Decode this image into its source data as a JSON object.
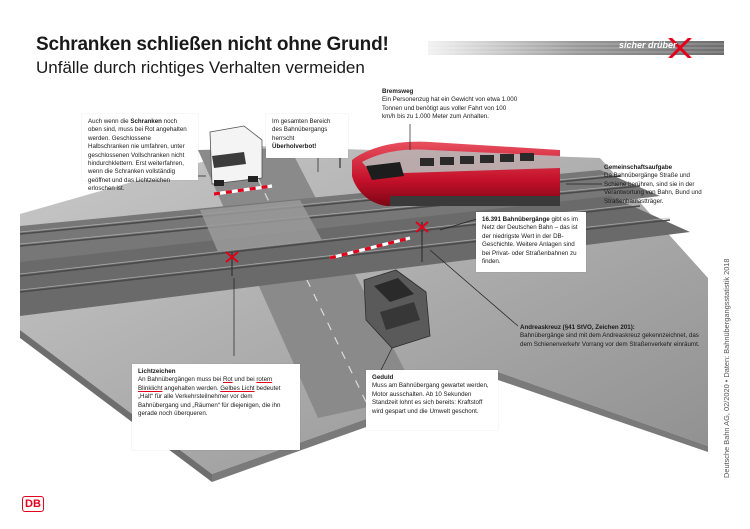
{
  "header": {
    "title": "Schranken schließen nicht ohne Grund!",
    "subtitle": "Unfälle durch richtiges Verhalten vermeiden"
  },
  "brand": {
    "slogan": "sicher drüber",
    "logo": "DB",
    "accent": "#e2001a"
  },
  "sidebar_credit": "Deutsche Bahn AG, 02/2020 • Daten: Bahnübergangsstatistik 2018",
  "notes": {
    "schranken": {
      "pre": "Auch wenn die ",
      "bold": "Schranken",
      "rest": " noch oben sind, muss bei Rot angehalten werden. Geschlossene Halbschranken nie umfahren, unter geschlossenen Vollschranken nicht hindurchklettern. Erst weiterfahren, wenn die Schranken vollständig geöffnet und das Lichtzeichen erloschen ist."
    },
    "ueberholverbot": {
      "pre": "Im gesamten Bereich des Bahnübergangs herrscht",
      "bold": "Überholverbot!"
    },
    "bremsweg": {
      "heading": "Bremsweg",
      "text": "Ein Personenzug hat ein Gewicht von etwa 1.000 Tonnen und benötigt aus voller Fahrt von 100 km/h bis zu 1.000 Meter zum Anhalten."
    },
    "gemeinschaft": {
      "heading": "Gemeinschaftsaufgabe",
      "text": "Da Bahnübergänge Straße und Schiene berühren, sind sie in der Verantwortung von Bahn, Bund und Straßenbaulastträger."
    },
    "zahl": {
      "bold": "16.391 Bahnübergänge",
      "rest": " gibt es im Netz der Deutschen Bahn – das ist der niedrigste Wert in der DB-Geschichte. Weitere Anlagen sind bei Privat- oder Straßenbahnen zu finden."
    },
    "andreaskreuz": {
      "heading": "Andreaskreuz (§41 StVO, Zeichen 201):",
      "text": "Bahnübergänge sind mit dem Andreaskreuz gekennzeichnet, das dem Schienenverkehr Vorrang vor dem Straßenverkehr einräumt."
    },
    "lichtzeichen": {
      "heading": "Lichtzeichen",
      "l1": "An Bahnübergängen muss bei ",
      "rot": "Rot",
      "l2": " und bei ",
      "blink": "rotem Blinklicht",
      "l3": " angehalten werden. ",
      "gelb": "Gelbes Licht",
      "l4": " bedeutet „Halt“ für alle Verkehrsteilnehmer vor dem Bahnübergang und „Räumen“ für diejenigen, die ihn gerade noch überqueren."
    },
    "geduld": {
      "heading": "Geduld",
      "text": "Muss am Bahnübergang gewartet werden, Motor ausschalten. Ab 10 Sekunden Standzeit lohnt es sich bereits: Kraftstoff wird gespart und die Umwelt geschont."
    }
  }
}
